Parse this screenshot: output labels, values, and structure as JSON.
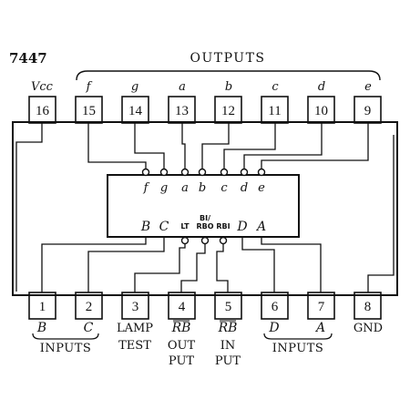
{
  "title": "7447",
  "outputs_header": "OUTPUTS",
  "top_pins": [
    {
      "number": "16",
      "label": "Vcc"
    },
    {
      "number": "15",
      "label": "f"
    },
    {
      "number": "14",
      "label": "g"
    },
    {
      "number": "13",
      "label": "a"
    },
    {
      "number": "12",
      "label": "b"
    },
    {
      "number": "11",
      "label": "c"
    },
    {
      "number": "10",
      "label": "d"
    },
    {
      "number": "9",
      "label": "e"
    }
  ],
  "bottom_pins": [
    {
      "number": "1",
      "label": "B"
    },
    {
      "number": "2",
      "label": "C"
    },
    {
      "number": "3",
      "label_lines": [
        "LAMP",
        "TEST"
      ]
    },
    {
      "number": "4",
      "label_lines": [
        "RB",
        "OUT",
        "PUT"
      ]
    },
    {
      "number": "5",
      "label_lines": [
        "RB",
        "IN",
        "PUT"
      ]
    },
    {
      "number": "6",
      "label": "D"
    },
    {
      "number": "7",
      "label": "A"
    },
    {
      "number": "8",
      "label": "GND"
    }
  ],
  "decoder": {
    "output_labels": [
      "f",
      "g",
      "a",
      "b",
      "c",
      "d",
      "e"
    ],
    "input_labels": [
      "B",
      "C",
      "D",
      "A"
    ],
    "control_labels": {
      "lt": "LT",
      "rbo": "RBO",
      "rbi": "RBI",
      "bi": "BI/"
    }
  },
  "inputs_left_label": "INPUTS",
  "inputs_right_label": "INPUTS",
  "colors": {
    "ink": "#111111",
    "background": "#ffffff"
  }
}
